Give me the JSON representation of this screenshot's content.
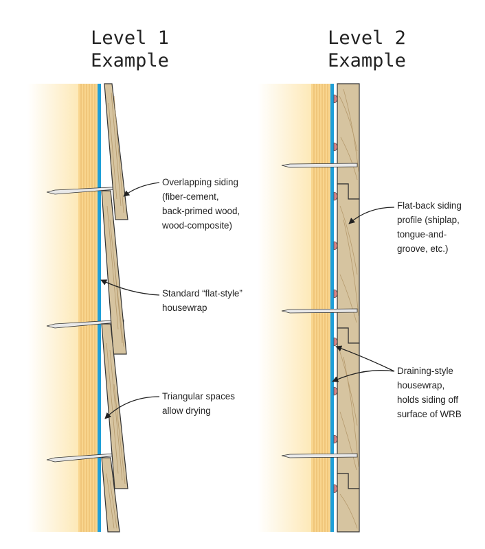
{
  "titles": {
    "level1": [
      "Level 1",
      "Example"
    ],
    "level2": [
      "Level 2",
      "Example"
    ]
  },
  "labels": {
    "overlapping": [
      "Overlapping siding",
      "(fiber-cement,",
      "back-primed wood,",
      "wood-composite)"
    ],
    "flat_style": [
      "Standard “flat-style”",
      "housewrap"
    ],
    "triangular": [
      "Triangular spaces",
      "allow drying"
    ],
    "flat_back": [
      "Flat-back siding",
      "profile (shiplap,",
      "tongue-and-",
      "groove, etc.)"
    ],
    "draining": [
      "Draining-style",
      "housewrap,",
      "holds siding off",
      "surface of WRB"
    ]
  },
  "colors": {
    "wall_gradient_start": "#ffffff",
    "wall_gradient_end": "#fde9b8",
    "sheathing": "#f9d58e",
    "sheathing_lines": "#e6b867",
    "housewrap_blue": "#1e9fd8",
    "siding_fill": "#d6c4a0",
    "siding_grain": "#b59a6d",
    "outline": "#333333",
    "nail": "#e8e8e8",
    "dimple": "#d9888a"
  }
}
